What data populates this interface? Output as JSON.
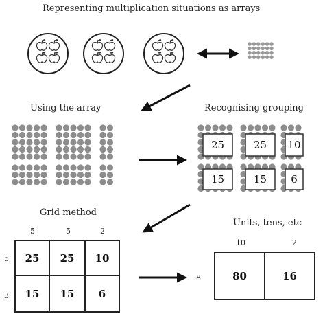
{
  "titles": {
    "top": "Representing multiplication situations as arrays",
    "using_array": "Using the array",
    "recognising": "Recognising grouping",
    "grid_method": "Grid method",
    "units_tens": "Units, tens, etc"
  },
  "grouping_boxes": [
    "25",
    "25",
    "10",
    "15",
    "15",
    "6"
  ],
  "grid": {
    "col_headers": [
      "5",
      "5",
      "2"
    ],
    "row_headers": [
      "5",
      "3"
    ],
    "cells": [
      [
        "25",
        "25",
        "10"
      ],
      [
        "15",
        "15",
        "6"
      ]
    ]
  },
  "units": {
    "col_headers": [
      "10",
      "2"
    ],
    "row_header": "8",
    "cells": [
      "80",
      "16"
    ]
  }
}
